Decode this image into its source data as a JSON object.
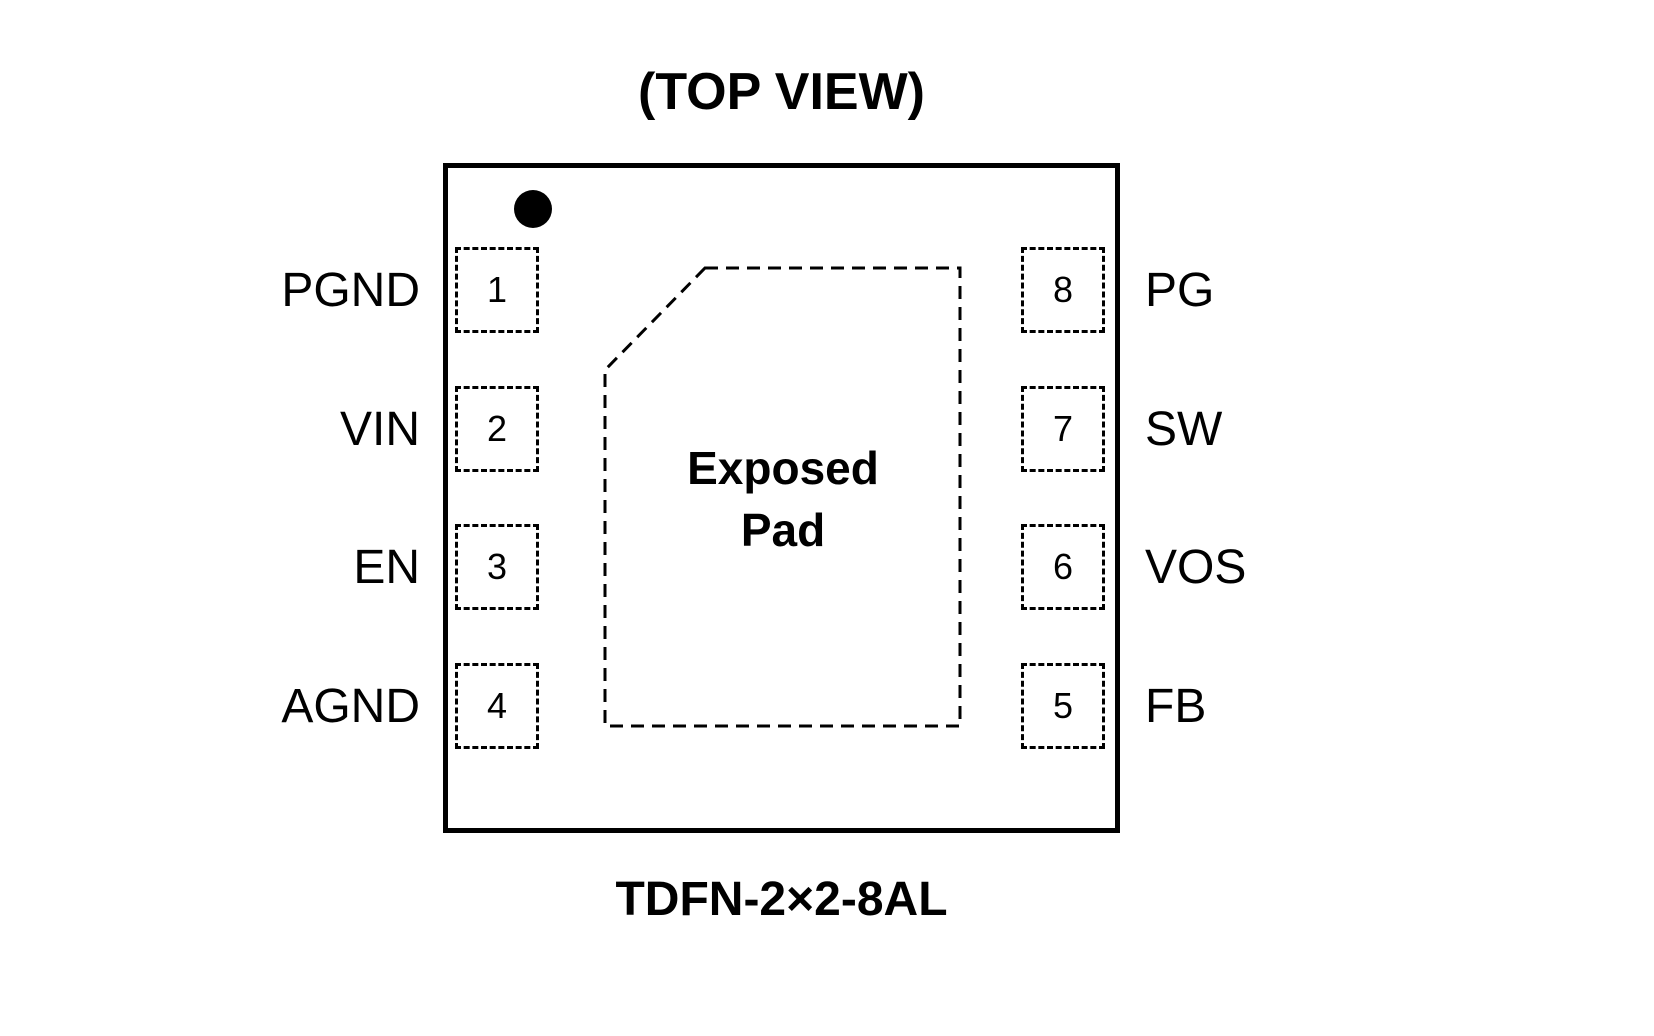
{
  "title": "(TOP VIEW)",
  "package": {
    "caption": "TDFN-2×2-8AL"
  },
  "exposed_pad": {
    "line1": "Exposed",
    "line2": "Pad"
  },
  "pins": {
    "left": [
      {
        "number": "1",
        "label": "PGND"
      },
      {
        "number": "2",
        "label": "VIN"
      },
      {
        "number": "3",
        "label": "EN"
      },
      {
        "number": "4",
        "label": "AGND"
      }
    ],
    "right": [
      {
        "number": "8",
        "label": "PG"
      },
      {
        "number": "7",
        "label": "SW"
      },
      {
        "number": "6",
        "label": "VOS"
      },
      {
        "number": "5",
        "label": "FB"
      }
    ]
  },
  "colors": {
    "line": "#000000",
    "background": "#ffffff"
  }
}
